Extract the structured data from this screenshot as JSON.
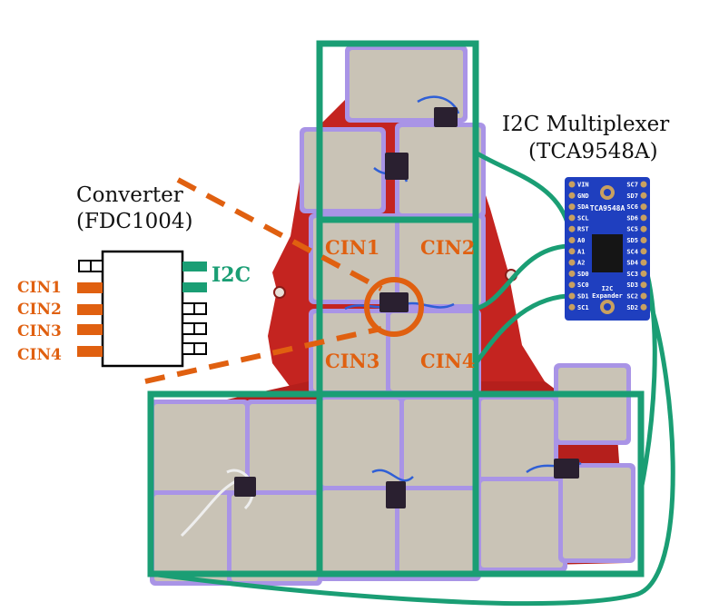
{
  "converter": {
    "title_line1": "Converter",
    "title_line2": "(FDC1004)",
    "left_pins": [
      "CIN1",
      "CIN2",
      "CIN3",
      "CIN4"
    ],
    "bus_label": "I2C"
  },
  "multiplexer": {
    "title_line1": "I2C Multiplexer",
    "title_line2": "(TCA9548A)",
    "chip_label": "TCA9548A",
    "board_caption_line1": "I2C",
    "board_caption_line2": "Expander",
    "left_pins": [
      "VIN",
      "GND",
      "SDA",
      "SCL",
      "RST",
      "A0",
      "A1",
      "A2",
      "SD0",
      "SC0",
      "SD1",
      "SC1"
    ],
    "right_pins": [
      "SC7",
      "SD7",
      "SC6",
      "SD6",
      "SC5",
      "SD5",
      "SC4",
      "SD4",
      "SC3",
      "SD3",
      "SC2",
      "SD2"
    ]
  },
  "photo_labels": [
    "CIN1",
    "CIN2",
    "CIN3",
    "CIN4"
  ],
  "colors": {
    "electrode_orange": "#e06010",
    "i2c_green": "#1a9e74",
    "board_blue": "#1f3fbf",
    "fabric_red": "#c42420",
    "frame_purple": "#a994e6",
    "fabric_grey": "#c9c3b6"
  }
}
